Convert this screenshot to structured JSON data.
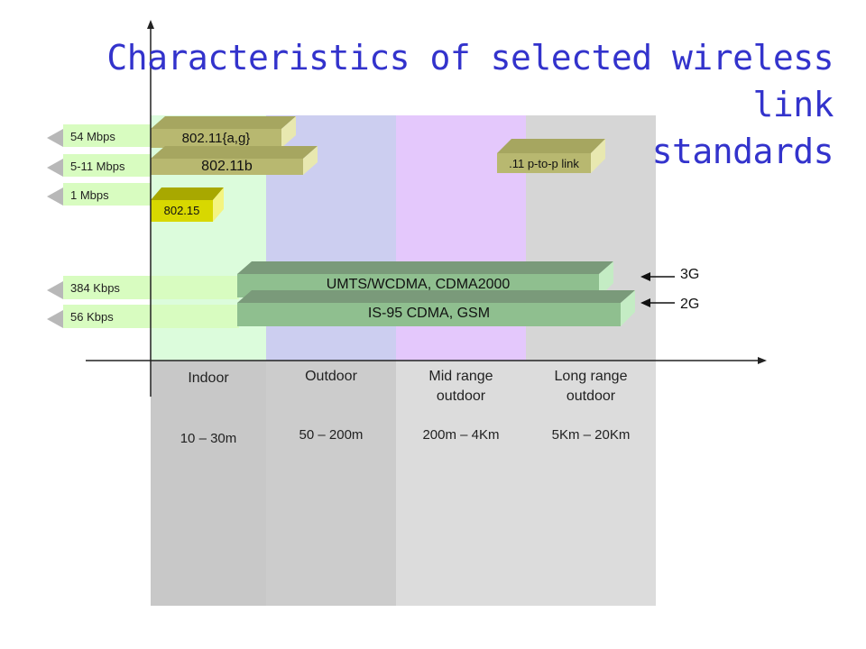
{
  "title": {
    "line1": "Characteristics of selected wireless link",
    "line2": "standards"
  },
  "data_rates": [
    "54 Mbps",
    "5-11 Mbps",
    "1 Mbps",
    "384 Kbps",
    "56 Kbps"
  ],
  "columns": [
    {
      "name": "Indoor",
      "range": "10 – 30m",
      "color_top": "#dcfcdc",
      "color_bottom": "#c8c8c8"
    },
    {
      "name": "Outdoor",
      "range": "50 – 200m",
      "color_top": "#cccef0",
      "color_bottom": "#cccccc"
    },
    {
      "name": "Mid range\noutdoor",
      "range": "200m – 4Km",
      "color_top": "#e4c8fc",
      "color_bottom": "#dcdcdc"
    },
    {
      "name": "Long range\noutdoor",
      "range": "5Km – 20Km",
      "color_top": "#d6d6d6",
      "color_bottom": "#dcdcdc"
    }
  ],
  "standards": [
    {
      "label": "802.11{a,g}",
      "color": "#b8b870"
    },
    {
      "label": "802.11b",
      "color": "#b8b870"
    },
    {
      "label": "802.15",
      "color": "#d8d800"
    },
    {
      "label": ".11 p-to-p link",
      "color": "#b8b870"
    },
    {
      "label": "UMTS/WCDMA, CDMA2000",
      "color": "#8fbf8f"
    },
    {
      "label": "IS-95 CDMA, GSM",
      "color": "#8fbf8f"
    }
  ],
  "generations": [
    "3G",
    "2G"
  ]
}
